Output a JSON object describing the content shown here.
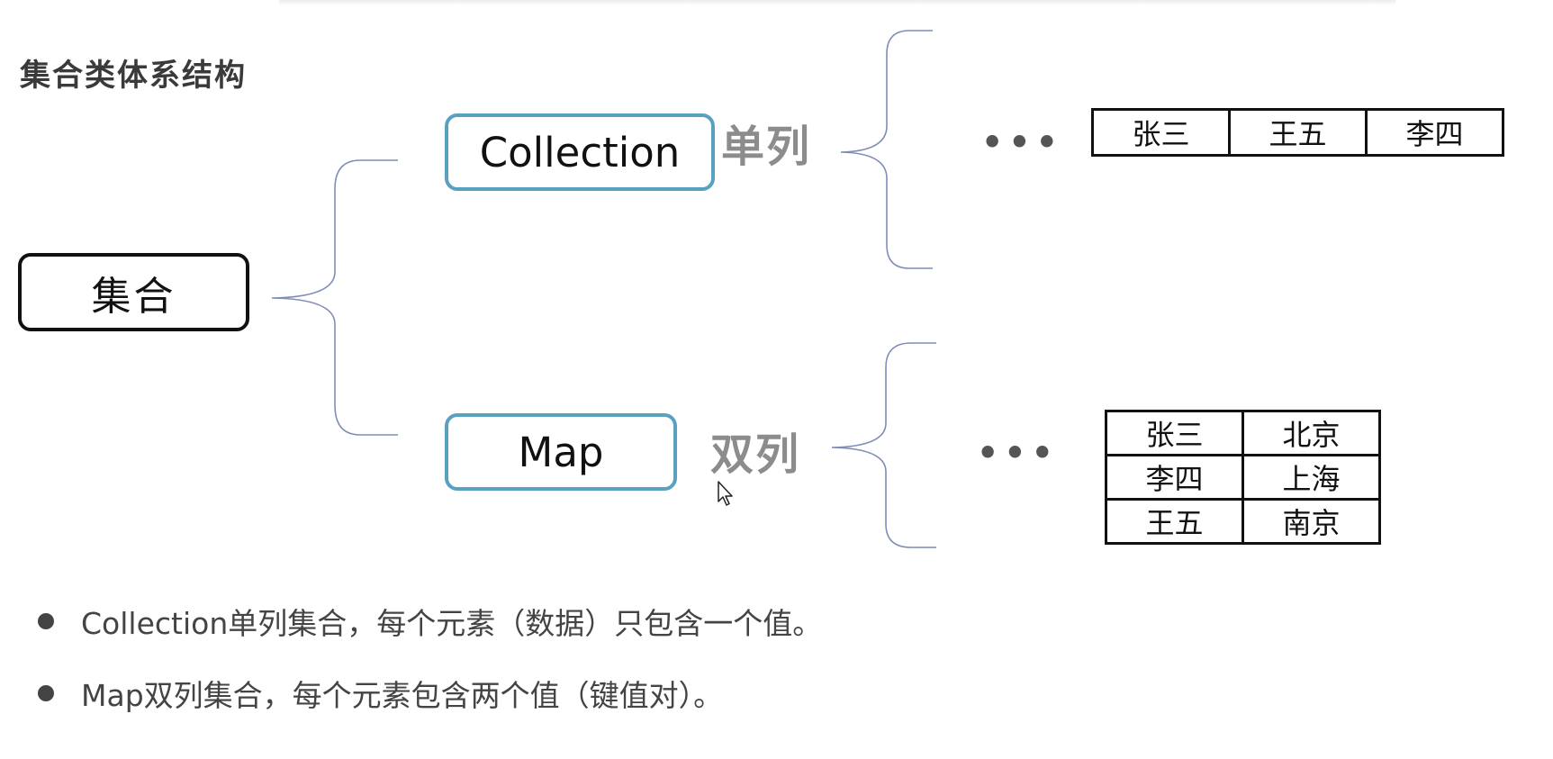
{
  "title": "集合类体系结构",
  "root": {
    "label": "集合"
  },
  "branches": {
    "collection": {
      "label": "Collection",
      "kind": "单列",
      "ellipsis": "•••",
      "values": [
        "张三",
        "王五",
        "李四"
      ]
    },
    "map": {
      "label": "Map",
      "kind": "双列",
      "ellipsis": "•••",
      "pairs": [
        [
          "张三",
          "北京"
        ],
        [
          "李四",
          "上海"
        ],
        [
          "王五",
          "南京"
        ]
      ]
    }
  },
  "notes": [
    "Collection单列集合，每个元素（数据）只包含一个值。",
    "Map双列集合，每个元素包含两个值（键值对）。"
  ],
  "colors": {
    "accent_border": "#5aa0bf",
    "brace_line": "#7f8db8",
    "kind_text": "#8c8c8c"
  },
  "icons": {
    "cursor": "mouse-pointer-icon"
  }
}
